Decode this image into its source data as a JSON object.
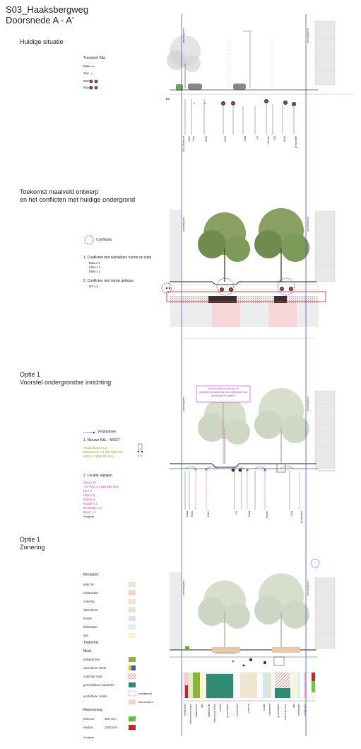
{
  "title": {
    "line1": "S03_Haaksbergweg",
    "line2": "Doorsnede A - A'"
  },
  "sections": {
    "s1": "Huidige situatie",
    "s2a": "Toekomst maaiveld ontwerp",
    "s2b": "en het conflicten met huidige ondergrond",
    "s3a": "Optie 1",
    "s3b": "Voorstel ondergrondse inrichting",
    "s4a": "Optie 1",
    "s4b": "Zonering"
  },
  "edge_label": "perceelgrens",
  "legend1": {
    "title": "Transport K&L",
    "items": [
      {
        "label": "Data",
        "symbol": "dots-small",
        "color": "#333333"
      },
      {
        "label": "Gas",
        "symbol": "dot-tiny",
        "color": "#e0a000"
      },
      {
        "label": "DWA",
        "symbol": "dots",
        "color": "#884422"
      },
      {
        "label": "Koude",
        "symbol": "dots",
        "color": "#444444"
      }
    ]
  },
  "s1_labels": [
    "10kV Stadsnet",
    "40LV",
    "Gas",
    "DWA",
    "HWA",
    "Data",
    "LS",
    "Koude",
    "MS",
    "DWA",
    "Drinkwater"
  ],
  "conflicts": {
    "legend": "Conflicten",
    "c1_title": "1. Conflicten met wortelbare ruimte en wadi",
    "c1_items": [
      "Data x 3",
      "HWA x 2",
      "DWA x 1"
    ],
    "c2_title": "2. Conflicten met nieuw gebouw",
    "c2_items": [
      "MT x 2"
    ]
  },
  "optie1": {
    "move_legend": "Verplaatsen",
    "new_title": "1. Nieuwe K&L - MUST",
    "new_items": [
      "Afvalcontainer x 1",
      "Datawarmte x 2 (DN 355 mm)",
      "WKO x 2 (DN 300 mm)"
    ],
    "change_title": "2. Locatie wijzigen",
    "change_items": [
      "Data x 20",
      "*SV Prim x 2 (DN 250 mm)",
      "LS x 4",
      "HWA x 1",
      "DWA x 2",
      "Koude X 1",
      "Drinkwater x 1",
      "Boom x 1"
    ],
    "footnote": "*Projectie",
    "callout": "Aanbevelling zwaar op de hoofdtransportleiding voor afgesloten ton gelasbaar te krijgen",
    "labels": [
      "Data",
      "HWA",
      "10kV",
      "LS",
      "Data",
      "Koude",
      "Gas",
      "Drinkwater"
    ]
  },
  "zonering": {
    "bestaand_title": "Bestaand",
    "bestaand": [
      {
        "label": "telecom",
        "color": "#d6f0cf"
      },
      {
        "label": "elektriciteit",
        "color": "#f6cfcf"
      },
      {
        "label": "riolering",
        "color": "#efe6cf"
      },
      {
        "label": "warmtenet",
        "color": "#dfe6cf"
      },
      {
        "label": "koude",
        "color": "#d6e6f0"
      },
      {
        "label": "drinkwater",
        "color": "#d9f0f6"
      },
      {
        "label": "gas",
        "color": "#fbf5c9"
      }
    ],
    "toekomst_title": "Toekomst",
    "must_title": "Must",
    "must": [
      {
        "label": "datawarmte",
        "color": "#8cb33a"
      },
      {
        "label": "warmtenet WKO",
        "color": "#e6c21a"
      },
      {
        "label": "nutsvrije zone",
        "color": "#d94a3a"
      },
      {
        "label": "groen/blauw maaiveld",
        "color": "#2e8b74"
      }
    ],
    "wortel_label": "wortelbare ruimte",
    "wortel_a": "plantsgrond",
    "wortel_b": "doorwortelen",
    "reservering_title": "Reservering",
    "reservering": [
      {
        "label": "telecom",
        "size": "300 mm",
        "color": "#66cc33"
      },
      {
        "label": "elektra",
        "size": "1000 mm",
        "color": "#cc2222"
      }
    ],
    "footnote": "*Projectie",
    "bottom_labels": [
      "elektriciteit",
      "telecommunicatie",
      "datawarmte",
      "gas",
      "datawarmte",
      "warmtenet WKO",
      "elektra",
      "groen/blauw",
      "elektriciteit",
      "riolering",
      "koude",
      "warmtenet",
      "groen/blauw",
      "nuts vrije zone",
      "gas",
      "drinkwater",
      "elektriciteit"
    ]
  }
}
